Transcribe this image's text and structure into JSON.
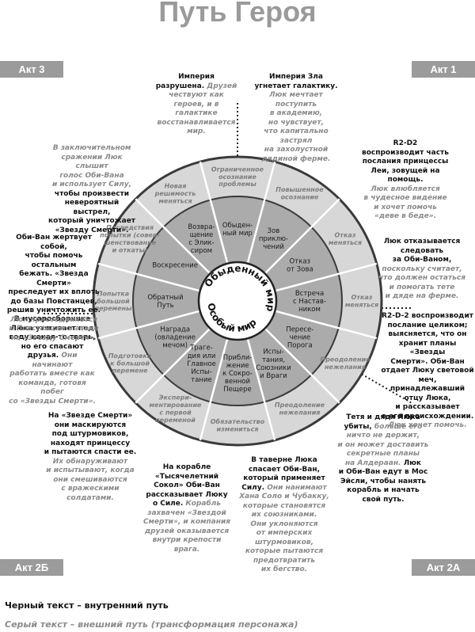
{
  "title": "Путь Героя",
  "acts": {
    "a3": "Акт  3",
    "a1": "Акт 1",
    "a2b": "Акт 2Б",
    "a2a": "Акт 2А"
  },
  "center": {
    "top": "Обыденный мир",
    "bottom": "Особый мир"
  },
  "inner_stages": [
    "Обыден-\nный мир",
    "Зов\nприклю-\nчений",
    "Отказ\nот Зова",
    "Встреча\nс Настав-\nником",
    "Пересе-\nчение\nПорога",
    "Испы-\nтания,\nСоюзники\nи Враги",
    "Прибли-\nжение\nк Сокро-\nвенной\nПещере",
    "Траге-\nдия или\nГлавное\nИспы-\nтание",
    "Награда\n(овладение\nмечом)",
    "Обратный\nПуть",
    "Воскресение",
    "Возвра-\nщение\nс Элик-\nсиром"
  ],
  "outer_stages": [
    "Ограниченное\nосознание\nпроблемы",
    "Повышенное\nосознание",
    "Отказ\nменяться",
    "Отказ\nменяться",
    "Преодоление\nнежелания",
    "Преодоление\nнежелания",
    "Обязательство\nизмениться",
    "Экспери-\nментирование\nс первой\nпеременой",
    "Подготовка\nк большой\nперемене",
    "Попытка\nбольшой\nперемены",
    "Последствия\nпопытки (совер-\nшенствование\nи откаты)",
    "Новая\nрешимость\nменяться"
  ],
  "notes": {
    "n1": {
      "b": "Империя Зла\nугнетает галактику.",
      "g": "Люк мечтает\nпоступить\nв академию,\nно чувствует,\nчто капитально\nзастрял\nна захолустной\nдядиной ферме."
    },
    "n2": {
      "b": "R2-D2\nвоспроизводит часть\nпослания принцессы\nЛеи, зовущей на\nпомощь.",
      "g": "Люк влюбляется\nв чудесное видение\nи хочет помочь\n«деве в беде»."
    },
    "n3": {
      "b": "Люк отказывается\nследовать\nза Оби-Ваном,",
      "g": "поскольку считает,\nчто должен остаться\nи помогать тете\nи дяде на ферме."
    },
    "n4": {
      "b": "R2-D-2 воспроизводит\nпослание целиком;\nвыясняется, что он\nхранит планы «Звезды\nСмерти». Оби-Ван\nотдает Люку световой\nмеч, принадлежавший\nотцу Люка,\nи рассказывает\nо его происхождении.",
      "g": "Люк хочет помочь."
    },
    "n5a": {
      "b": "Тетя и дядя Люка\nубиты,",
      "g": "больше его\nничто не держит,\nи он может доставить\nсекретные планы\nна Алдераан."
    },
    "n5b": {
      "b": "Люк\nи Оби-Ван едут в Мос\nЭйсли, чтобы нанять\nкорабль и начать\nсвой путь."
    },
    "n6": {
      "b": "В таверне Люка\nспасает Оби-Ван,\nкоторый применяет\nСилу.",
      "g": "Они нанимают\nХана Соло и Чубакку,\nкоторые становятся\nих союзниками.\nОни уклоняются\nот имперских\nштурмовиков,\nкоторые пытаются\nпредотвратить\nих бегство."
    },
    "n7": {
      "b": "На корабле\n«Тысячелетний\nСокол» Оби-Ван\nрассказывает Люку\nо Силе.",
      "g": "Корабль\nзахвачен «Звездой\nСмерти», и компания\nдрузей оказывается\nвнутри крепости\nврага."
    },
    "n8": {
      "b": "На «Звезде Смерти»\nони маскируются\nпод штурмовиков,\nнаходят принцессу\nи пытаются спасти ее.",
      "g": "Их обнаруживают\nи испытывают, когда\nони смешиваются\nс вражескими\nсолдатами."
    },
    "n9": {
      "b": "В мусоросборнике\nЛюка утягивает под\nводу какая-то тварь,\nно его спасают\nдрузья.",
      "g": "Они начинают\nработать вместе как\nкоманда, готовя побег\nсо «Звезды Смерти»."
    },
    "n10": {
      "b": "Оби-Ван жертвует собой,\nчтобы помочь остальным\nбежать. «Звезда Смерти»\nпреследует их вплоть\nдо базы Повстанцев,\nрешив уничтожить ее.",
      "g": "Люк присоединяется\nк Повстанцам в атаке\nна «Звезду Смерти»."
    },
    "n11": {
      "g": "В заключительном\nсражении Люк слышит\nголос Оби-Вана\nи использует Силу,",
      "b": "чтобы произвести\nневероятный выстрел,\nкоторый уничтожает\n«Звезду Смерти»."
    },
    "n12": {
      "b": "Империя\nразрушена.",
      "g": "Друзей\nчествуют как\nгероев, и в\nгалактике\nвосстанавливается\nмир."
    }
  },
  "legend": {
    "black": "Черный текст – внутренний путь",
    "gray": "Серый текст – внешний путь (трансформация персонажа)"
  }
}
